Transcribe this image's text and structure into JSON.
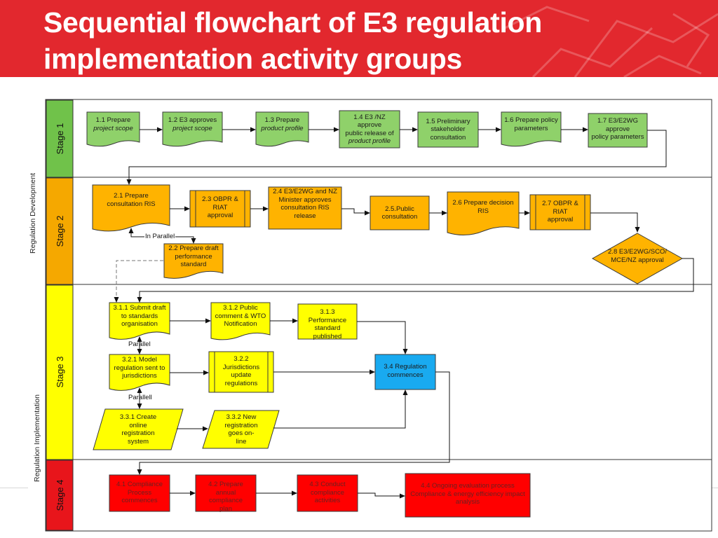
{
  "slide": {
    "title": "Sequential flowchart of E3 regulation implementation activity groups"
  },
  "colors": {
    "header_red": "#e2282e",
    "stage1": "#70c24a",
    "stage2": "#f5a800",
    "stage3": "#ffff00",
    "stage4": "#e8151b",
    "green_node": "#8fd16a",
    "orange_node": "#ffb300",
    "yellow_node": "#ffff00",
    "blue_node": "#19aaf0",
    "red_node": "#ff0000"
  },
  "side_labels": {
    "top": "Regulation  Development",
    "bottom": "Regulation   Implementation"
  },
  "stages": [
    {
      "label": "Stage 1"
    },
    {
      "label": "Stage 2"
    },
    {
      "label": "Stage 3"
    },
    {
      "label": "Stage 4"
    }
  ],
  "connector_labels": {
    "in_parallel": "In Parallel",
    "parallel_1": "Parallel",
    "parallel_2": "Parallell"
  },
  "nodes": {
    "n1_1": {
      "text": "1.1 Prepare",
      "em": "project scope"
    },
    "n1_2": {
      "text": "1.2 E3 approves",
      "em": "project scope"
    },
    "n1_3": {
      "text": "1.3 Prepare",
      "em": "product profile"
    },
    "n1_4": {
      "text": "1.4 E3 /NZ\napprove\npublic release of",
      "em": "product profile"
    },
    "n1_5": {
      "text": "1.5 Preliminary\nstakeholder\nconsultation"
    },
    "n1_6": {
      "text": "1.6 Prepare policy\nparameters"
    },
    "n1_7": {
      "text": "1.7 E3/E2WG\napprove\npolicy parameters"
    },
    "n2_1": {
      "text": "2.1 Prepare\nconsultation RIS"
    },
    "n2_2": {
      "text": "2.2 Prepare draft\nperformance\nstandard"
    },
    "n2_3": {
      "text": "2.3 OBPR  &\nRIAT\napproval"
    },
    "n2_4": {
      "text": "2.4 E3/E2WG and NZ\nMinister approves\nconsultation RIS\nrelease"
    },
    "n2_5": {
      "text": "2.5.Public\nconsultation"
    },
    "n2_6": {
      "text": "2.6 Prepare decision\nRIS"
    },
    "n2_7": {
      "text": "2.7 OBPR &\nRIAT\napproval"
    },
    "n2_8": {
      "text": "2.8 E3/E2WG/SCO/\nMCE/NZ  approval"
    },
    "n3_1_1": {
      "text": "3.1.1 Submit draft\nto standards\norganisation"
    },
    "n3_1_2": {
      "text": "3.1.2 Public\ncomment & WTO\nNotification"
    },
    "n3_1_3": {
      "text": "3.1.3 Performance\nstandard\npublished"
    },
    "n3_2_1": {
      "text": "3.2.1 Model\nregulation sent to\njurisdictions"
    },
    "n3_2_2": {
      "text": "3.2.2\nJurisdictions\nupdate\nregulations"
    },
    "n3_3_1": {
      "text": "3.3.1 Create\nonline\nregistration\nsystem"
    },
    "n3_3_2": {
      "text": "3.3.2 New\nregistration\ngoes on-\nline"
    },
    "n3_4": {
      "text": "3.4 Regulation\ncommences"
    },
    "n4_1": {
      "text": "4.1 Compliance\nProcess\ncommences"
    },
    "n4_2": {
      "text": "4.2 Prepare\nannual compliance\nplan"
    },
    "n4_3": {
      "text": "4.3 Conduct\ncompliance\nactivities"
    },
    "n4_4": {
      "text": "4.4 Ongoing evaluation process\nCompliance & energy efficiency impact\nanalysis"
    }
  }
}
